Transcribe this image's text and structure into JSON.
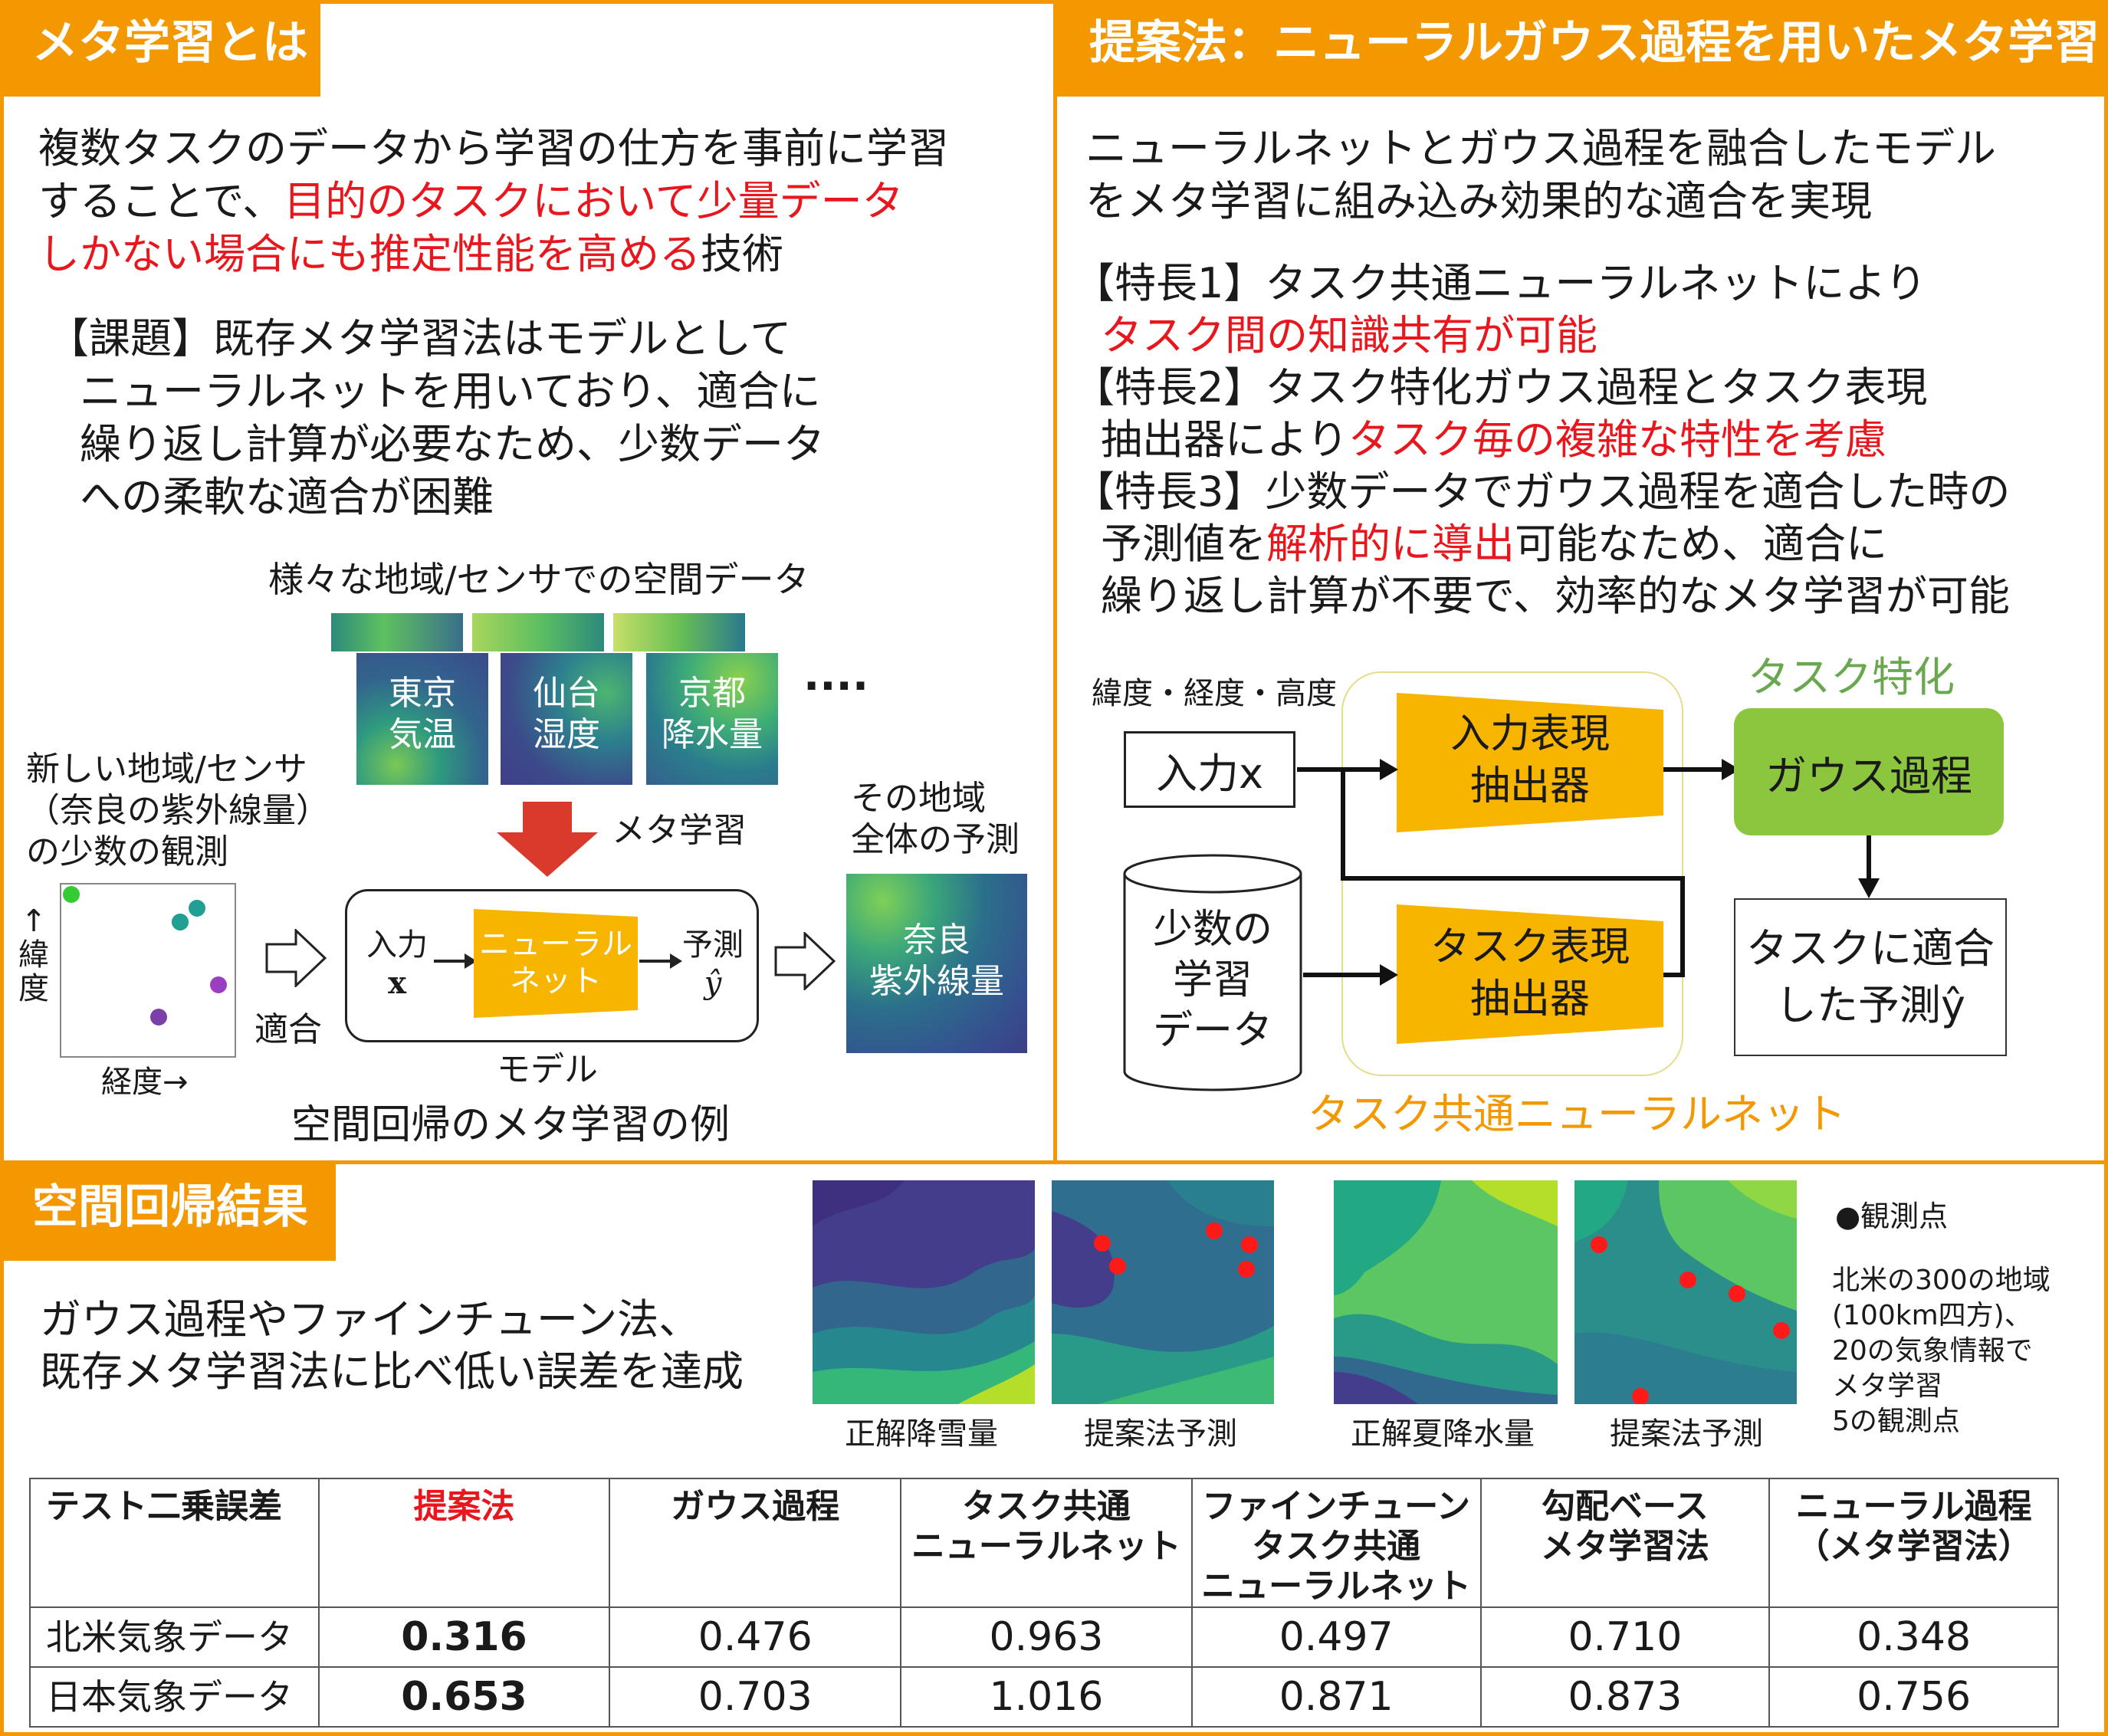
{
  "colors": {
    "accent": "#f39800",
    "emphasis": "#e8171e",
    "block_yellow": "#f7b500",
    "block_green": "#8cc63f",
    "task_specific_green": "#6aa84f",
    "common_net_orange": "#f39800"
  },
  "meta": {
    "header": "メタ学習とは",
    "intro": [
      "複数タスクのデータから学習の仕方を事前に学習",
      "することで、",
      "目的のタスクにおいて少量データ",
      "しかない場合にも推定性能を高める",
      "技術"
    ],
    "issue": [
      "【課題】既存メタ学習法はモデルとして",
      "ニューラルネットを用いており、適合に",
      "繰り返し計算が必要なため、少数データ",
      "への柔軟な適合が困難"
    ],
    "fig": {
      "title": "様々な地域/センサでの空間データ",
      "tiles": [
        {
          "line1": "東京",
          "line2": "気温"
        },
        {
          "line1": "仙台",
          "line2": "湿度"
        },
        {
          "line1": "京都",
          "line2": "降水量"
        }
      ],
      "more": "····",
      "new_region": [
        "新しい地域/センサ",
        "（奈良の紫外線量）",
        "の少数の観測"
      ],
      "lat_label": [
        "↑",
        "緯",
        "度"
      ],
      "lon_label": "経度→",
      "meta_learning": "メタ学習",
      "fit": "適合",
      "model_input": [
        "入力",
        "x"
      ],
      "model_nn": [
        "ニューラル",
        "ネット"
      ],
      "model_output": [
        "予測",
        "ŷ"
      ],
      "model_label": "モデル",
      "region_pred": [
        "その地域",
        "全体の予測"
      ],
      "nara": [
        "奈良",
        "紫外線量"
      ],
      "caption": "空間回帰のメタ学習の例"
    }
  },
  "proposal": {
    "header": "提案法：ニューラルガウス過程を用いたメタ学習",
    "intro": [
      "ニューラルネットとガウス過程を融合したモデル",
      "をメタ学習に組み込み効果的な適合を実現"
    ],
    "f1": [
      "【特長1】タスク共通ニューラルネットにより",
      "タスク間の知識共有が可能"
    ],
    "f2": [
      "【特長2】タスク特化ガウス過程とタスク表現",
      "抽出器により",
      "タスク毎の複雑な特性を考慮"
    ],
    "f3": [
      "【特長3】少数データでガウス過程を適合した時の",
      "予測値を",
      "解析的に導出",
      "可能なため、適合に",
      "繰り返し計算が不要で、効率的なメタ学習が可能"
    ],
    "diagram": {
      "input_desc": "緯度・経度・高度",
      "input_box": "入力x",
      "data_box": [
        "少数の",
        "学習",
        "データ"
      ],
      "input_extractor": [
        "入力表現",
        "抽出器"
      ],
      "task_extractor": [
        "タスク表現",
        "抽出器"
      ],
      "task_specific": "タスク特化",
      "gp": "ガウス過程",
      "output": [
        "タスクに適合",
        "した予測ŷ"
      ],
      "common_net": "タスク共通ニューラルネット"
    }
  },
  "results": {
    "header": "空間回帰結果",
    "summary": [
      "ガウス過程やファインチューン法、",
      "既存メタ学習法に比べ低い誤差を達成"
    ],
    "map_labels": [
      "正解降雪量",
      "提案法予測",
      "正解夏降水量",
      "提案法予測"
    ],
    "legend": "●観測点",
    "note": [
      "北米の300の地域",
      "(100km四方)、",
      "20の気象情報で",
      "メタ学習",
      "5の観測点"
    ],
    "table": {
      "headers": [
        [
          "テスト二乗誤差"
        ],
        [
          "提案法"
        ],
        [
          "ガウス過程"
        ],
        [
          "タスク共通",
          "ニューラルネット"
        ],
        [
          "ファインチューン",
          "タスク共通",
          "ニューラルネット"
        ],
        [
          "勾配ベース",
          "メタ学習法"
        ],
        [
          "ニューラル過程",
          "（メタ学習法）"
        ]
      ],
      "rows": [
        {
          "name": "北米気象データ",
          "values": [
            "0.316",
            "0.476",
            "0.963",
            "0.497",
            "0.710",
            "0.348"
          ]
        },
        {
          "name": "日本気象データ",
          "values": [
            "0.653",
            "0.703",
            "1.016",
            "0.871",
            "0.873",
            "0.756"
          ]
        }
      ]
    }
  }
}
